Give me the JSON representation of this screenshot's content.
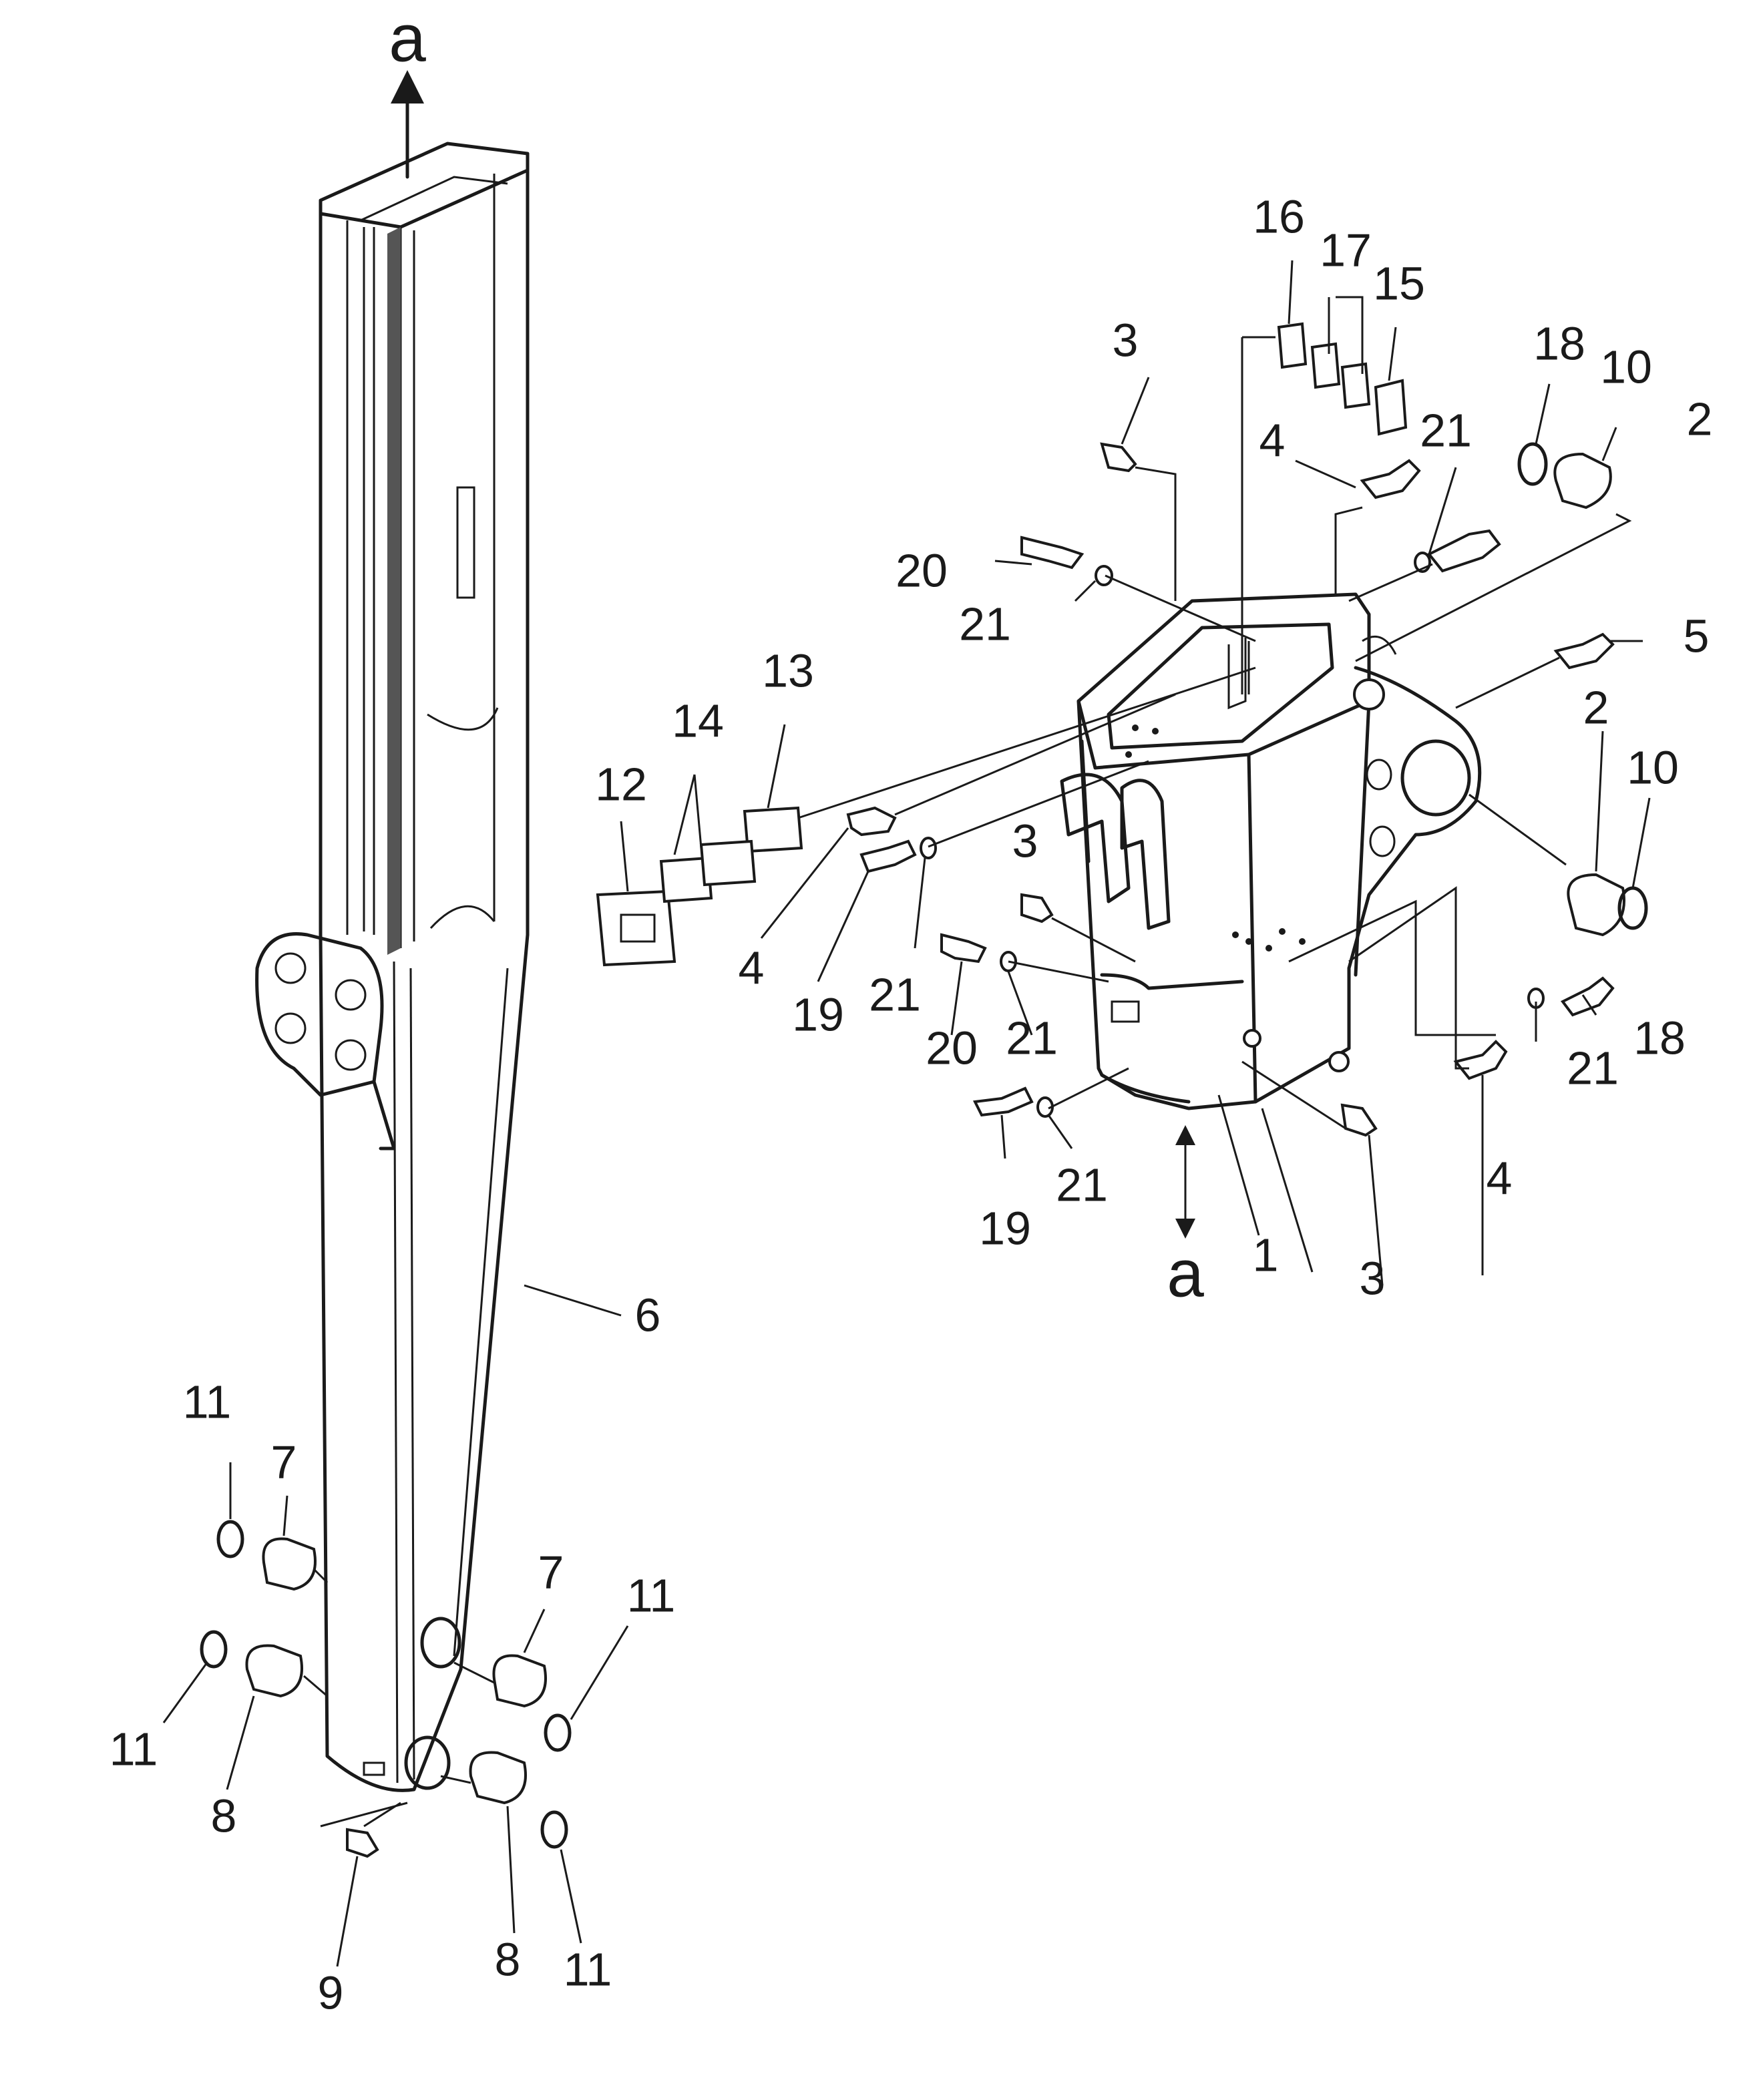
{
  "labels": {
    "view_a_top": "a",
    "view_a_bottom": "a",
    "p1": "1",
    "p2_upper": "2",
    "p2_lower": "2",
    "p3_upper": "3",
    "p3_mid": "3",
    "p3_lower": "3",
    "p4_upper": "4",
    "p4_left": "4",
    "p4_right": "4",
    "p5": "5",
    "p6": "6",
    "p7_left": "7",
    "p7_right": "7",
    "p8_left": "8",
    "p8_right": "8",
    "p9": "9",
    "p10_upper": "10",
    "p10_lower": "10",
    "p11_upper_left": "11",
    "p11_lower_left": "11",
    "p11_upper_right": "11",
    "p11_lower_right": "11",
    "p12": "12",
    "p13": "13",
    "p14": "14",
    "p15": "15",
    "p16": "16",
    "p17": "17",
    "p18_upper": "18",
    "p18_lower": "18",
    "p19_upper": "19",
    "p19_lower": "19",
    "p20_upper": "20",
    "p20_lower": "20",
    "p21_a": "21",
    "p21_b": "21",
    "p21_c": "21",
    "p21_d": "21",
    "p21_e": "21",
    "p21_f": "21"
  }
}
